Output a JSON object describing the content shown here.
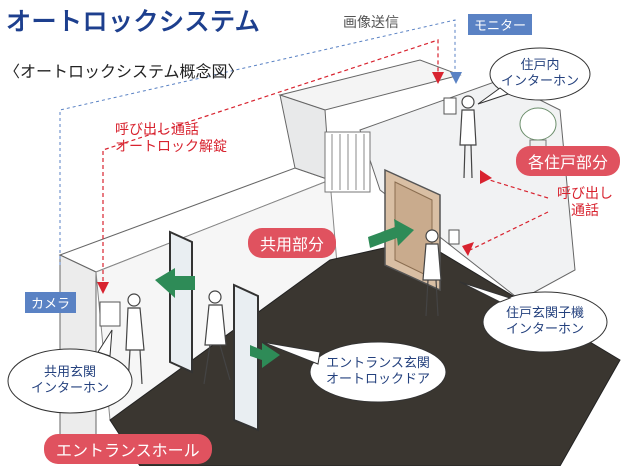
{
  "title": "オートロックシステム",
  "subtitle": "〈オートロックシステム概念図〉",
  "labels": {
    "image_transmission": "画像送信",
    "monitor": "モニター",
    "camera": "カメラ",
    "call_unlock_1": "呼び出し通話",
    "call_unlock_2": "オートロック解錠",
    "call_1": "呼び出し",
    "call_2": "通話",
    "common_area": "共用部分",
    "each_unit": "各住戸部分",
    "entrance_hall": "エントランスホール"
  },
  "bubbles": {
    "unit_intercom_1": "住戸内",
    "unit_intercom_2": "インターホン",
    "entry_sub_1": "住戸玄関子機",
    "entry_sub_2": "インターホン",
    "lobby_intercom_1": "共用玄関",
    "lobby_intercom_2": "インターホン",
    "autolock_door_1": "エントランス玄関",
    "autolock_door_2": "オートロックドア"
  },
  "colors": {
    "title": "#1d3f8e",
    "tag_blue": "#5a82c4",
    "tag_red": "#e0525f",
    "arrow_red": "#d8232f",
    "arrow_green": "#2e8b57",
    "floor": "#3a3630",
    "bubble_text": "#24417e"
  }
}
